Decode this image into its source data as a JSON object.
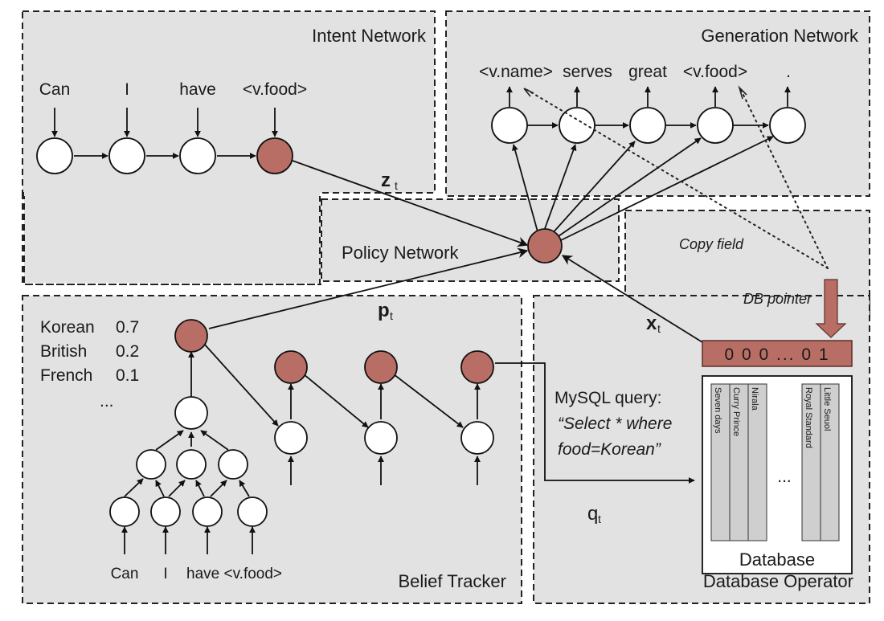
{
  "colors": {
    "panel_fill": "#e2e2e2",
    "node_white": "#ffffff",
    "node_active": "#b86e64",
    "db_pointer": "#b86e64"
  },
  "panels": {
    "intent": "Intent Network",
    "generation": "Generation Network",
    "policy": "Policy Network",
    "copy": "Copy field",
    "belief": "Belief Tracker",
    "dbop": "Database Operator"
  },
  "intent": {
    "tokens": [
      "Can",
      "I",
      "have",
      "<v.food>"
    ],
    "z_var": "z",
    "z_sub": "t"
  },
  "generation": {
    "tokens": [
      "<v.name>",
      "serves",
      "great",
      "<v.food>",
      "."
    ]
  },
  "belief": {
    "probs": [
      {
        "label": "Korean",
        "value": "0.7"
      },
      {
        "label": "British",
        "value": "0.2"
      },
      {
        "label": "French",
        "value": "0.1"
      }
    ],
    "ellipsis": "...",
    "tokens": [
      "Can",
      "I",
      "have <v.food>"
    ],
    "p_var": "p",
    "p_sub": "t"
  },
  "policy": {
    "x_var": "x",
    "x_sub": "t"
  },
  "db": {
    "pointer_label": "DB pointer",
    "vector": "0 0 0 ... 0 1",
    "query_title": "MySQL query:",
    "query_line1": "“Select * where",
    "query_line2": "food=Korean”",
    "q_var": "q",
    "q_sub": "t",
    "columns_left": [
      "Seven days",
      "Curry Prince",
      "Nirala"
    ],
    "columns_right": [
      "Royal Standard",
      "Little Seuol"
    ],
    "ellipsis": "...",
    "title": "Database"
  }
}
